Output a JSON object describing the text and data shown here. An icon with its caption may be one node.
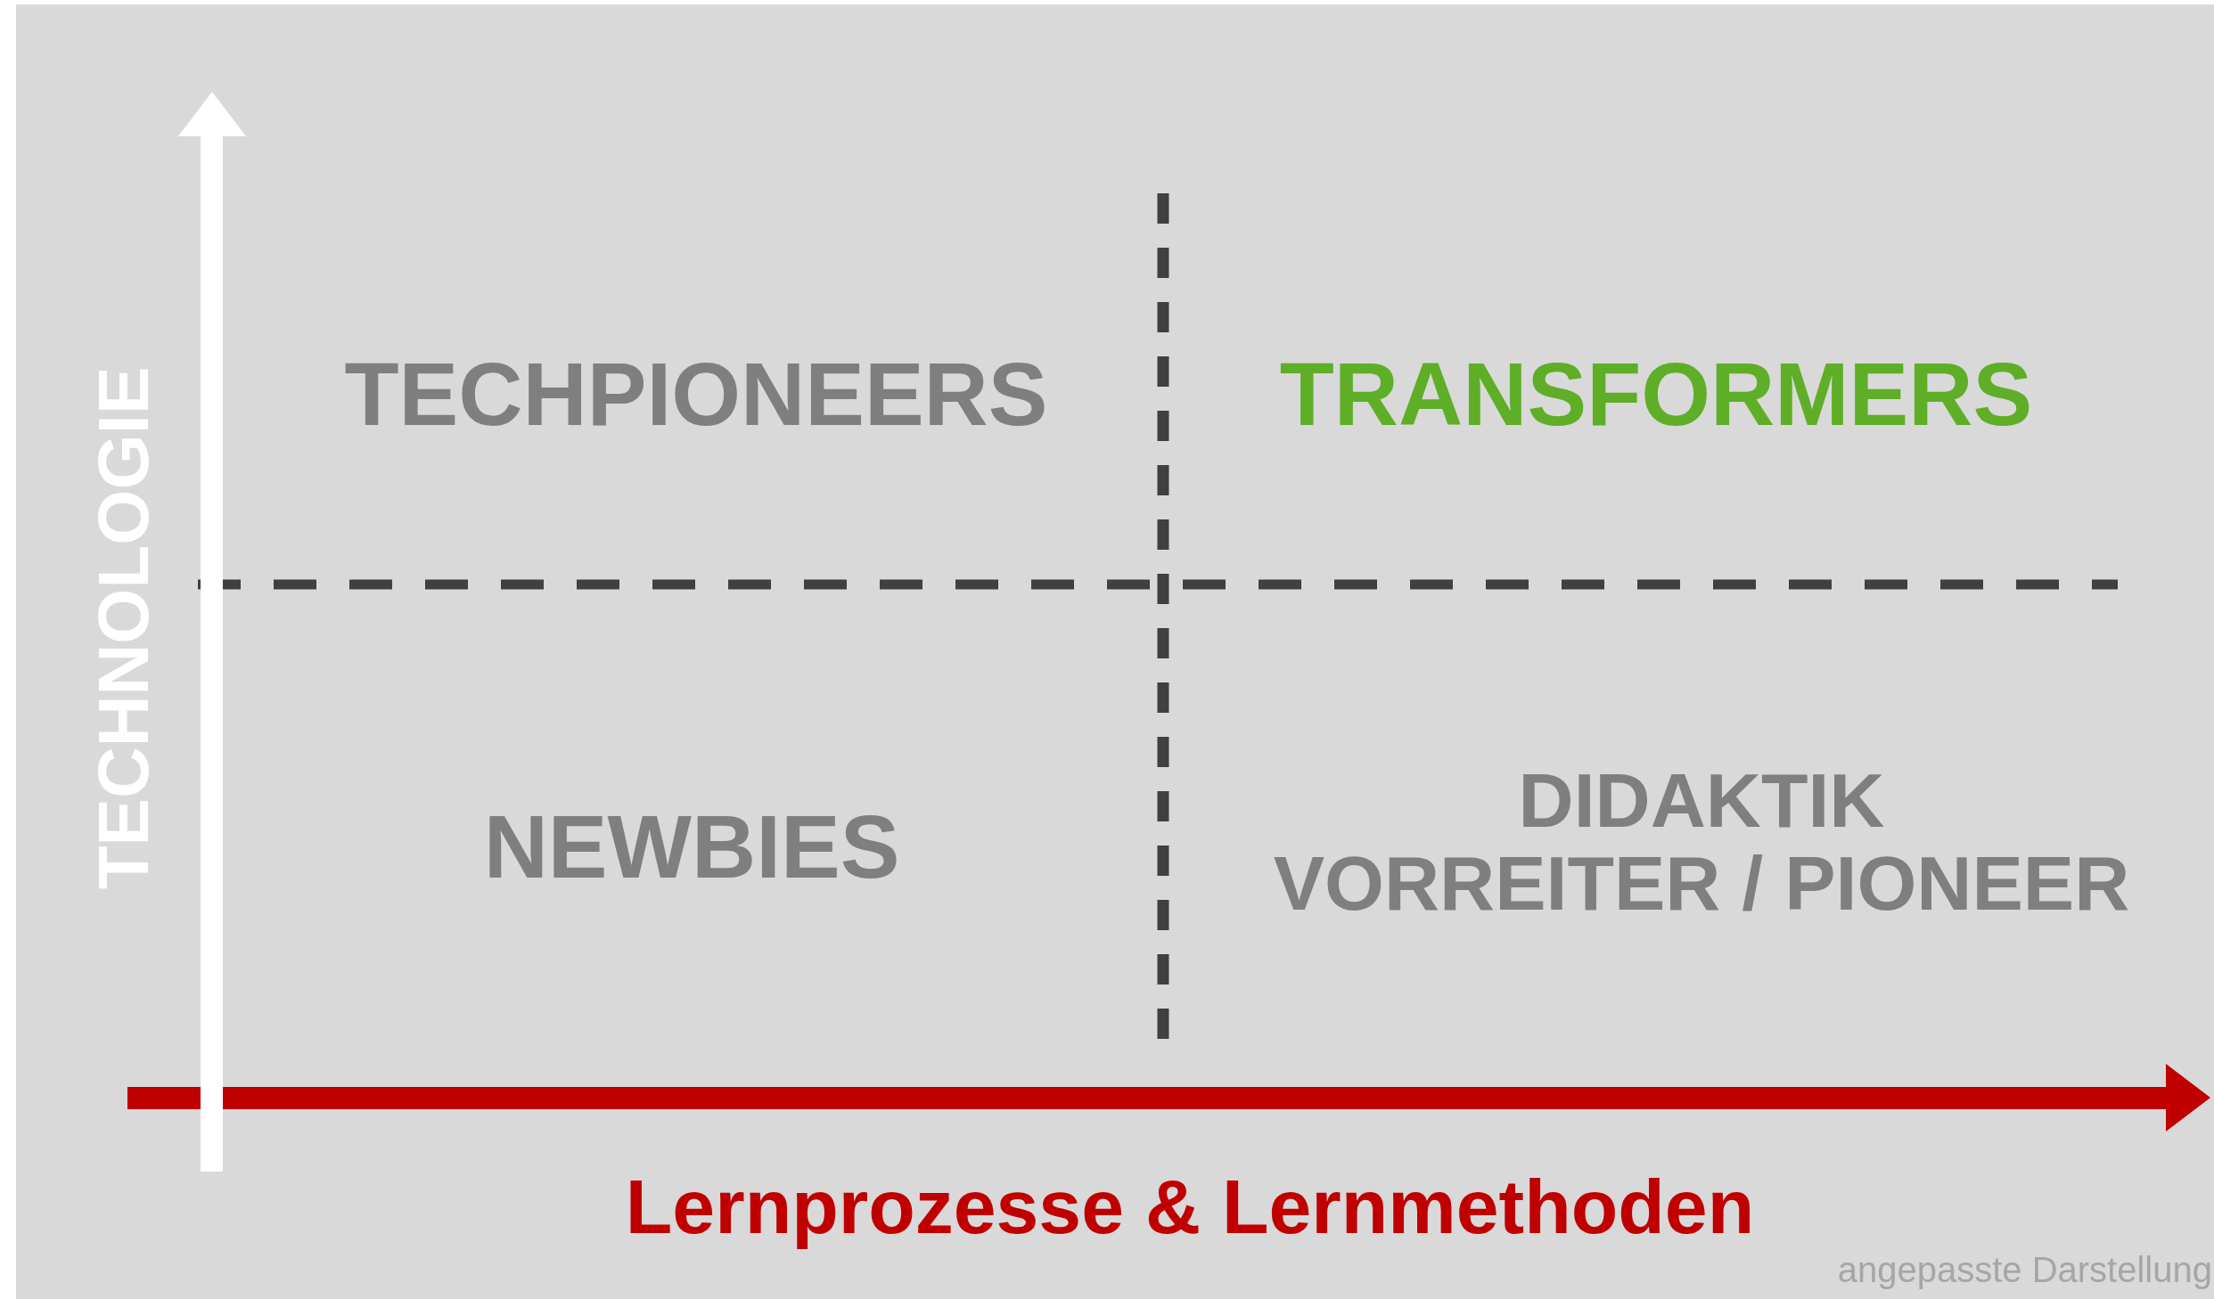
{
  "diagram": {
    "labels": [
      "TECHNOLOGIE",
      "TECHPIONEERS",
      "TRANSFORMERS",
      "NEWBIES",
      "DIDAKTIK VORREITER / PIONEER",
      "Lernprozesse & Lernmethoden",
      "angepasste Darstellung"
    ]
  }
}
